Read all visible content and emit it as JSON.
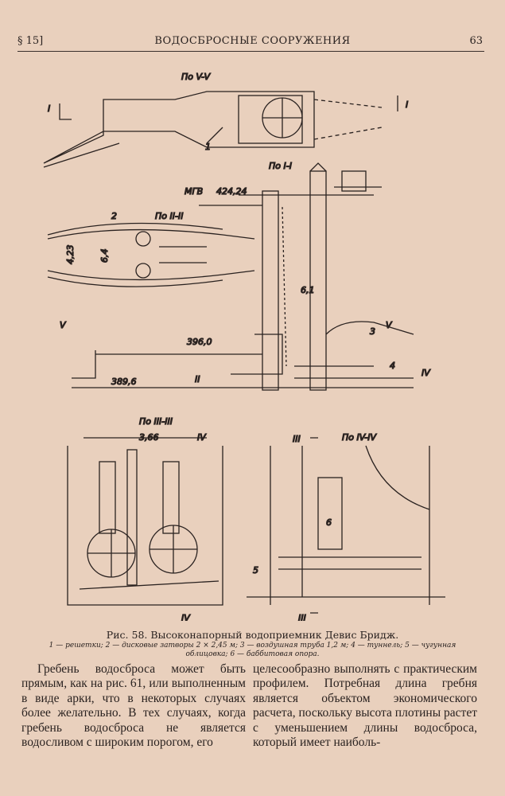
{
  "header": {
    "section": "§ 15]",
    "title": "ВОДОСБРОСНЫЕ СООРУЖЕНИЯ",
    "page_number": "63"
  },
  "figure": {
    "labels": {
      "view_vv": "По V-V",
      "section_i_left": "I",
      "section_i_right": "I",
      "item_1": "1",
      "view_ii": "По I-I",
      "mgv": "МГВ",
      "mgv_level": "424,24",
      "item_2": "2",
      "view_iiii": "По II-II",
      "dim_423": "4,23",
      "dim_64": "6,4",
      "dim_61": "6,1",
      "section_v_left": "V",
      "section_v_right": "V",
      "level_396": "396,0",
      "item_3": "3",
      "level_389": "389,6",
      "section_ii": "II",
      "item_4": "4",
      "section_iv_right": "IV",
      "view_iii": "По III-III",
      "dim_366": "3,66",
      "section_iv_top": "IV",
      "section_iv_bottom": "IV",
      "view_iv": "По IV-IV",
      "section_iii_top": "III",
      "section_iii_bottom": "III",
      "item_6": "6",
      "item_5": "5"
    },
    "caption": "Рис. 58. Высоконапорный водоприемник Девис Бридж.",
    "legend_line1": "1 — решетки; 2 — дисковые затворы 2 × 2,45 м; 3 — воздушная труба 1,2 м; 4 — туннель; 5 — чугунная",
    "legend_line2": "облицовка; 6 — баббитовая опора."
  },
  "body": {
    "left_column": "Гребень водосброса может быть прямым, как на рис. 61, или выполненным в виде арки, что в некоторых случаях более желательно. В тех случаях, когда гребень водосброса не является водосливом с широким порогом, его",
    "right_column": "целесообразно выполнять с практическим профилем. Потребная длина гребня является объектом экономического расчета, поскольку высота плотины растет с уменьшением длины водосброса, который имеет наиболь-"
  }
}
